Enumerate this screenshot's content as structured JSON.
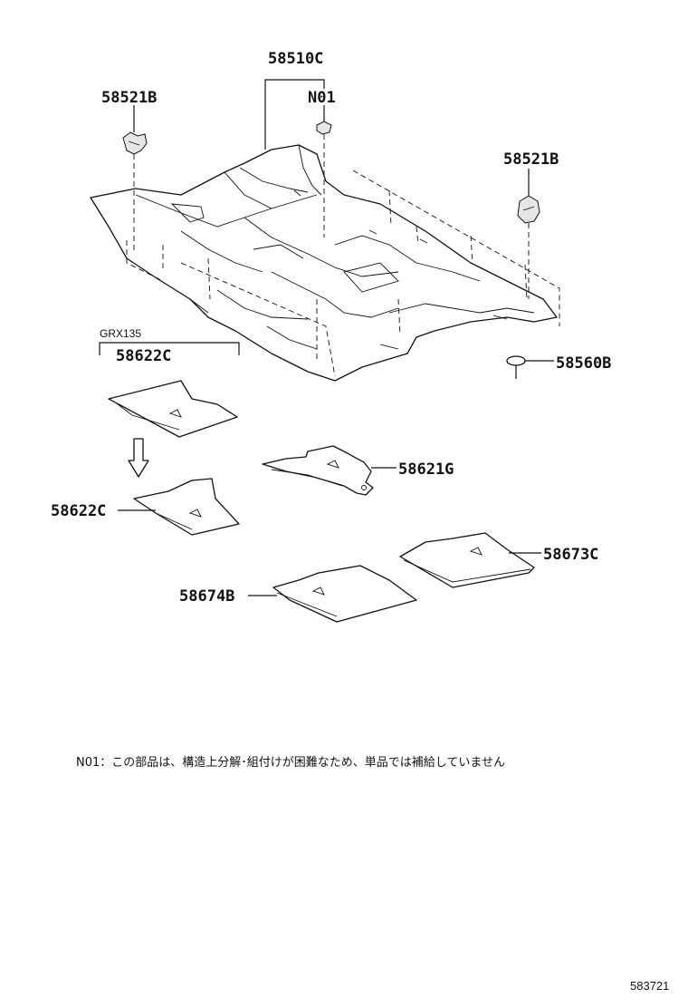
{
  "labels": {
    "p58510c": "58510C",
    "n01": "N01",
    "p58521b_left": "58521B",
    "p58521b_right": "58521B",
    "p58560b": "58560B",
    "grx": "GRX135",
    "p58622c_top": "58622C",
    "p58622c_bottom": "58622C",
    "p58621g": "58621G",
    "p58673c": "58673C",
    "p58674b": "58674B"
  },
  "note": "N01：この部品は、構造上分解･組付けが困難なため、単品では補給していません",
  "diagram_ref": "583721"
}
